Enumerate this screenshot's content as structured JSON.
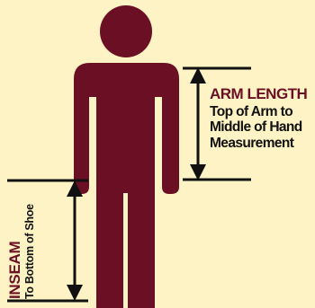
{
  "colors": {
    "background": "#fdf3c4",
    "figure": "#6b0f24",
    "line": "#111111",
    "accent_text": "#6b0f24"
  },
  "arm_length": {
    "title": "ARM LENGTH",
    "description_lines": [
      "Top of Arm to",
      "Middle of Hand",
      "Measurement"
    ]
  },
  "inseam": {
    "title": "INSEAM",
    "description": "To Bottom of Shoe"
  }
}
